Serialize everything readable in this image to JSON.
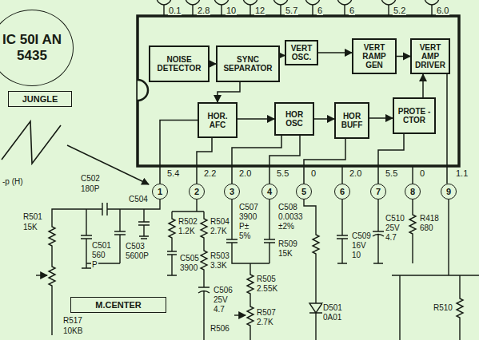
{
  "diagram": {
    "nodes": [
      {
        "text": [
          "IC 50I AN 5435"
        ]
      },
      {
        "text": [
          "JUNGLE"
        ]
      },
      {
        "text": [
          "NOISE DETECTOR"
        ]
      },
      {
        "text": [
          "SYNC SEPARATOR"
        ]
      },
      {
        "text": [
          "VERT OSC."
        ]
      },
      {
        "text": [
          "VERT RAMP GEN"
        ]
      },
      {
        "text": [
          "VERT AMP DRIVER"
        ]
      },
      {
        "text": [
          "HOR. AFC"
        ]
      },
      {
        "text": [
          "HOR OSC"
        ]
      },
      {
        "text": [
          "HOR BUFF"
        ]
      },
      {
        "text": [
          "PROTE -CTOR"
        ]
      },
      {
        "text": [
          "1"
        ]
      },
      {
        "text": [
          "2"
        ]
      },
      {
        "text": [
          "3"
        ]
      },
      {
        "text": [
          "4"
        ]
      },
      {
        "text": [
          "5"
        ]
      },
      {
        "text": [
          "6"
        ]
      },
      {
        "text": [
          "7"
        ]
      },
      {
        "text": [
          "8"
        ]
      },
      {
        "text": [
          "9"
        ]
      },
      {
        "text": [
          "M.CENTER"
        ]
      }
    ],
    "edges": [
      {
        "from": 2,
        "to": 3,
        "arrow": "to"
      },
      {
        "from": 3,
        "to": 4,
        "arrow": "to"
      },
      {
        "from": 4,
        "to": 5,
        "arrow": "to"
      },
      {
        "from": 5,
        "to": 6,
        "arrow": "to"
      },
      {
        "from": 3,
        "to": 7,
        "arrow": "to"
      },
      {
        "from": 7,
        "to": 8,
        "arrow": "to"
      },
      {
        "from": 8,
        "to": 9,
        "arrow": "to"
      },
      {
        "from": 9,
        "to": 10,
        "arrow": "to"
      },
      {
        "from": 11,
        "to": 7,
        "arrow": "none"
      },
      {
        "from": 12,
        "to": 7,
        "arrow": "none"
      },
      {
        "from": 13,
        "to": 8,
        "arrow": "none"
      },
      {
        "from": 14,
        "to": 8,
        "arrow": "none"
      },
      {
        "from": 15,
        "to": 9,
        "arrow": "none"
      },
      {
        "from": 17,
        "to": 10,
        "arrow": "none"
      },
      {
        "from": 19,
        "to": 6,
        "arrow": "none"
      },
      {
        "from": 10,
        "to": 6,
        "arrow": "to"
      }
    ],
    "labels": [
      "0.1",
      "2.8",
      "10",
      "12",
      "5.7",
      "6",
      "6",
      "5.2",
      "6.0",
      "5.4",
      "2.2",
      "2.0",
      "5.5",
      "0",
      "2.0",
      "5.5",
      "0",
      "1.1",
      "-p (H)",
      "C502",
      "180P",
      "C504",
      "R501",
      "15K",
      "C501",
      "560",
      "P",
      "C503",
      "5600P",
      "R502",
      "1.2K",
      "R504",
      "2.7K",
      "R503",
      "3.3K",
      "C505",
      "3900",
      "C506",
      "25V",
      "4.7",
      "R505",
      "2.55K",
      "R507",
      "2.7K",
      "R506",
      "C507",
      "3900",
      "P±",
      "5%",
      "C508",
      "0.0033",
      "±2%",
      "R509",
      "15K",
      "C509",
      "16V",
      "10",
      "C510",
      "25V",
      "4.7",
      "R418",
      "680",
      "D501",
      "0A01",
      "R517",
      "10KB",
      "R510"
    ]
  }
}
